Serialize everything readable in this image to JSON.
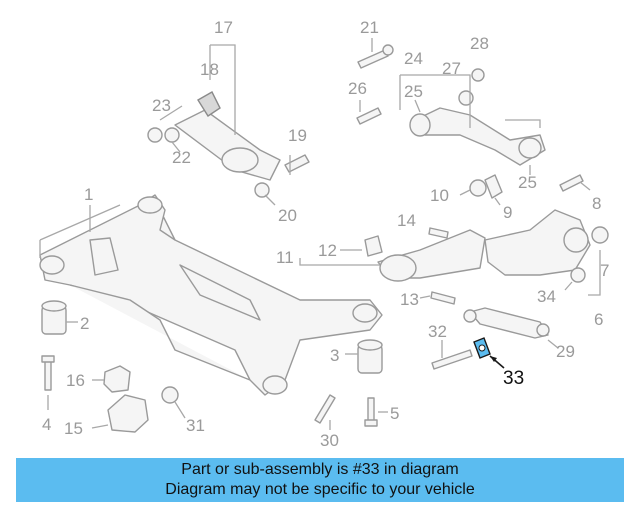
{
  "callouts": {
    "n1": "1",
    "n2": "2",
    "n3": "3",
    "n4": "4",
    "n5": "5",
    "n6": "6",
    "n7": "7",
    "n8": "8",
    "n9": "9",
    "n10": "10",
    "n11": "11",
    "n12": "12",
    "n13": "13",
    "n14": "14",
    "n15": "15",
    "n16": "16",
    "n17": "17",
    "n18": "18",
    "n19": "19",
    "n20": "20",
    "n21": "21",
    "n22": "22",
    "n23": "23",
    "n24": "24",
    "n25a": "25",
    "n25b": "25",
    "n26": "26",
    "n27": "27",
    "n28": "28",
    "n29": "29",
    "n30": "30",
    "n31": "31",
    "n32": "32",
    "n33": "33",
    "n34": "34"
  },
  "highlight": {
    "part_number": "33",
    "color": "#5bbcf0"
  },
  "banner": {
    "line1": "Part or sub-assembly is #33 in diagram",
    "line2": "Diagram may not be specific to your vehicle",
    "background": "#5bbcf0"
  }
}
